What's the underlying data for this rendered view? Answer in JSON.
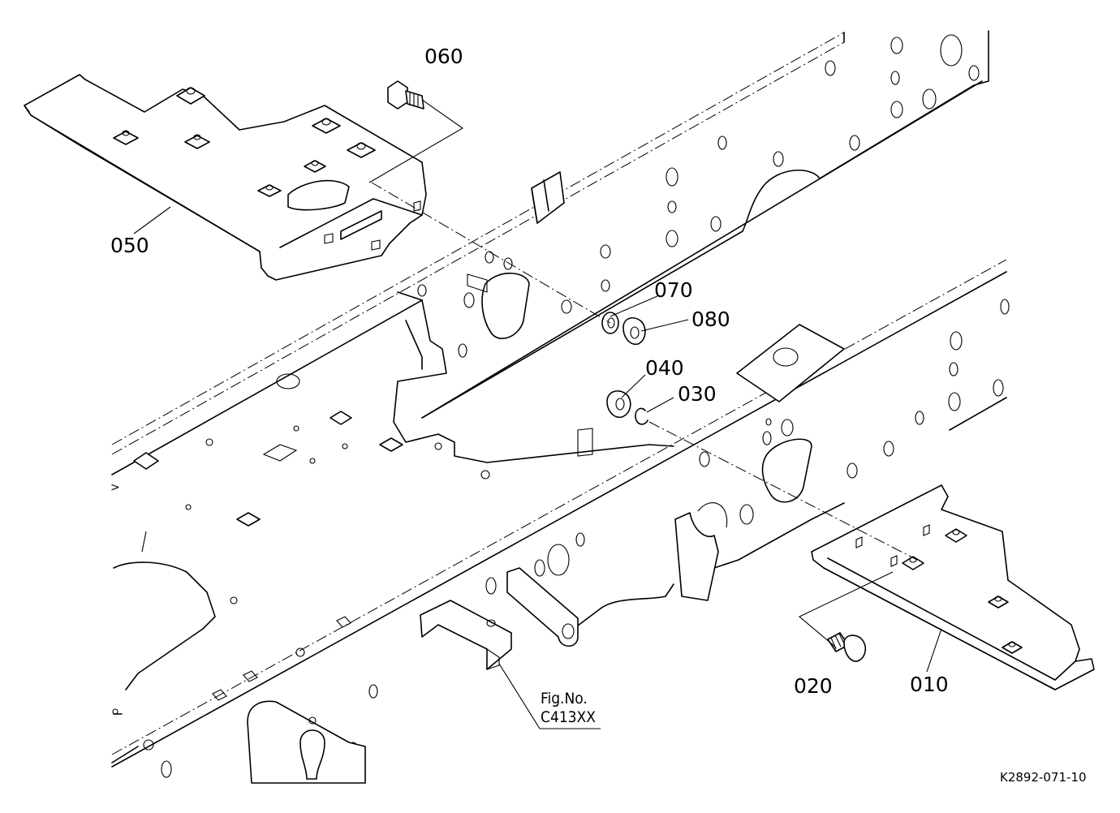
{
  "callouts": {
    "p060": "060",
    "p050": "050",
    "p070": "070",
    "p080": "080",
    "p040": "040",
    "p030": "030",
    "p020": "020",
    "p010": "010"
  },
  "figure_reference": {
    "line1": "Fig.No.",
    "line2": "C413XX"
  },
  "drawing_id": "K2892-071-10"
}
